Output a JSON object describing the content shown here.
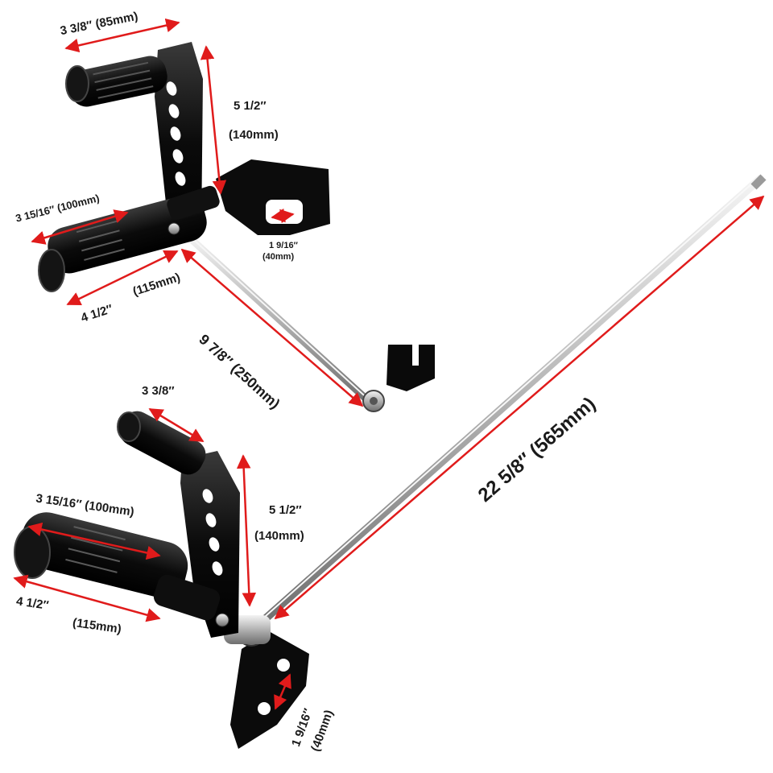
{
  "image": {
    "subject": "motorcycle forward controls kit with dimensions",
    "colors": {
      "arrow": "#e01b1b",
      "metal_black": "#0d0d0d",
      "rod_chrome": "#c9c9c9",
      "text": "#1a1a1a"
    }
  },
  "top_assembly": {
    "peg_top_length": "3 3/8″ (85mm)",
    "arm_height": "5 1/2″",
    "arm_height_mm": "(140mm)",
    "peg_bottom_length": "3 15/16″ (100mm)",
    "peg_bottom_total": "4 1/2″",
    "peg_bottom_total_mm": "(115mm)",
    "bracket_hole_spacing": "1 9/16″",
    "bracket_hole_spacing_mm": "(40mm)",
    "rod_length": "9 7/8″ (250mm)"
  },
  "bottom_assembly": {
    "peg_top_length": "3 3/8″",
    "arm_height": "5 1/2″",
    "arm_height_mm": "(140mm)",
    "peg_bottom_length": "3 15/16″ (100mm)",
    "peg_bottom_total": "4 1/2″",
    "peg_bottom_total_mm": "(115mm)",
    "rod_length": "22 5/8″ (565mm)",
    "bracket_hole_spacing": "1 9/16″",
    "bracket_hole_spacing_mm": "(40mm)"
  }
}
